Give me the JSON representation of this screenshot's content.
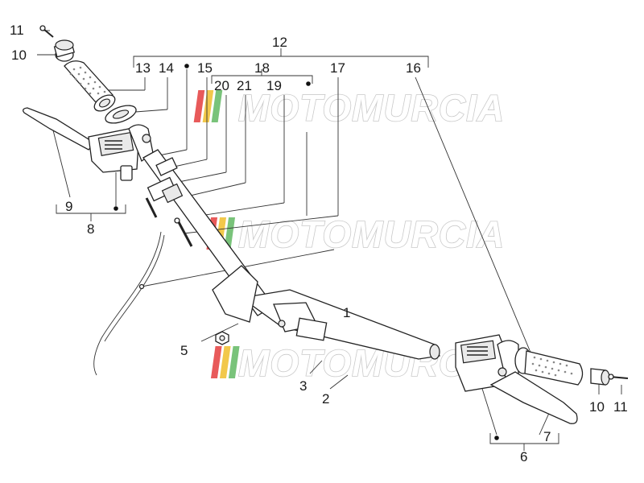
{
  "diagram": {
    "callouts": [
      {
        "id": "c1",
        "text": "1"
      },
      {
        "id": "c2",
        "text": "2"
      },
      {
        "id": "c3",
        "text": "3"
      },
      {
        "id": "c5",
        "text": "5"
      },
      {
        "id": "c6",
        "text": "6"
      },
      {
        "id": "c7",
        "text": "7"
      },
      {
        "id": "c8",
        "text": "8"
      },
      {
        "id": "c9",
        "text": "9"
      },
      {
        "id": "c10a",
        "text": "10"
      },
      {
        "id": "c10b",
        "text": "10"
      },
      {
        "id": "c11a",
        "text": "11"
      },
      {
        "id": "c11b",
        "text": "11"
      },
      {
        "id": "c12",
        "text": "12"
      },
      {
        "id": "c13",
        "text": "13"
      },
      {
        "id": "c14",
        "text": "14"
      },
      {
        "id": "c15",
        "text": "15"
      },
      {
        "id": "c16",
        "text": "16"
      },
      {
        "id": "c17",
        "text": "17"
      },
      {
        "id": "c18",
        "text": "18"
      },
      {
        "id": "c19",
        "text": "19"
      },
      {
        "id": "c20",
        "text": "20"
      },
      {
        "id": "c21",
        "text": "21"
      }
    ]
  },
  "watermark": {
    "text": "MOTOMURCIA",
    "stripe_colors": [
      "#e85a5a",
      "#f2c84b",
      "#79c37a"
    ]
  }
}
